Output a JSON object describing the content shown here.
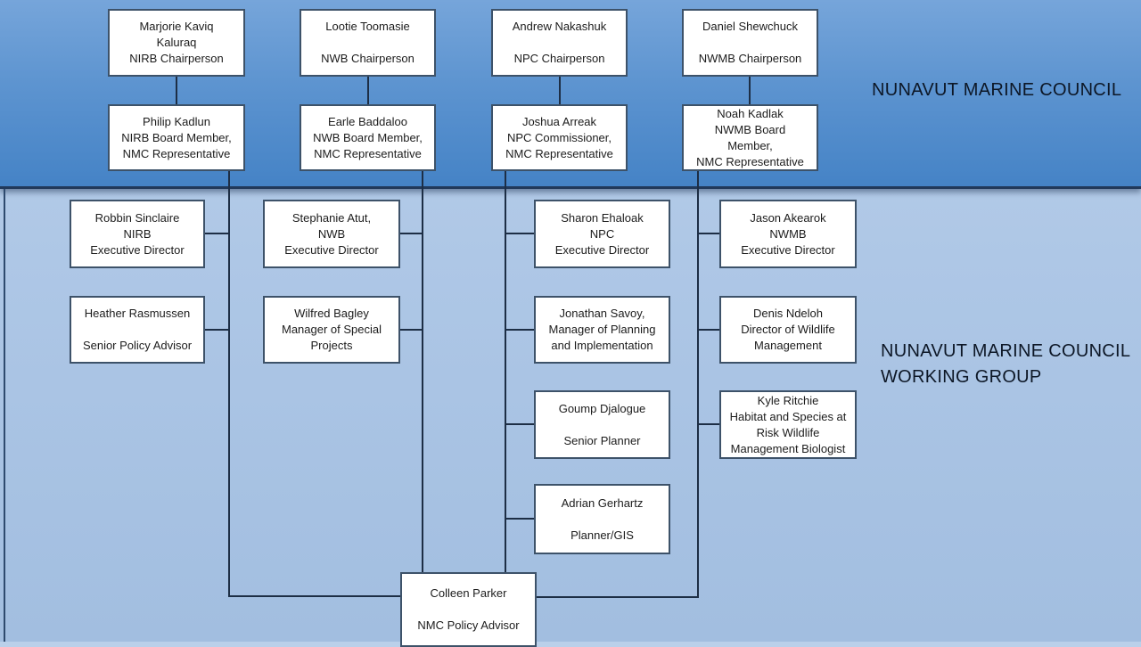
{
  "titles": {
    "council": "NUNAVUT MARINE COUNCIL",
    "working_group": "NUNAVUT MARINE COUNCIL\nWORKING GROUP"
  },
  "boxes": {
    "marjorie": "Marjorie Kaviq\nKaluraq\nNIRB Chairperson",
    "lootie": "Lootie Toomasie\n\nNWB Chairperson",
    "andrew": "Andrew Nakashuk\n\nNPC Chairperson",
    "daniel": "Daniel Shewchuck\n\nNWMB Chairperson",
    "philip": "Philip Kadlun\nNIRB Board Member,\nNMC Representative",
    "earle": "Earle Baddaloo\nNWB Board Member,\nNMC Representative",
    "joshua": "Joshua Arreak\nNPC Commissioner,\nNMC Representative",
    "noah": "Noah Kadlak\nNWMB Board\nMember,\nNMC Representative",
    "robbin": "Robbin Sinclaire\nNIRB\nExecutive Director",
    "heather": "Heather Rasmussen\n\nSenior Policy Advisor",
    "stephanie": "Stephanie Atut,\nNWB\nExecutive Director",
    "wilfred": "Wilfred Bagley\nManager of Special\nProjects",
    "sharon": "Sharon Ehaloak\nNPC\nExecutive Director",
    "jonathan": "Jonathan Savoy,\nManager of Planning\nand Implementation",
    "goump": "Goump Djalogue\n\nSenior Planner",
    "adrian": "Adrian Gerhartz\n\nPlanner/GIS",
    "jason": "Jason Akearok\nNWMB\nExecutive Director",
    "denis": "Denis Ndeloh\nDirector of Wildlife\nManagement",
    "kyle": "Kyle Ritchie\nHabitat and Species at\nRisk Wildlife\nManagement Biologist",
    "colleen": "Colleen Parker\n\nNMC Policy Advisor"
  },
  "colors": {
    "band_top": "#76a5da",
    "band_bottom": "#4583c6",
    "band_edge": "#21395a",
    "background": "#aec7e6",
    "box_fill": "#ffffff",
    "box_border": "#3d5269",
    "connector": "#1d2e45",
    "title_text": "#0d1726",
    "box_text": "#1c1c1c"
  }
}
